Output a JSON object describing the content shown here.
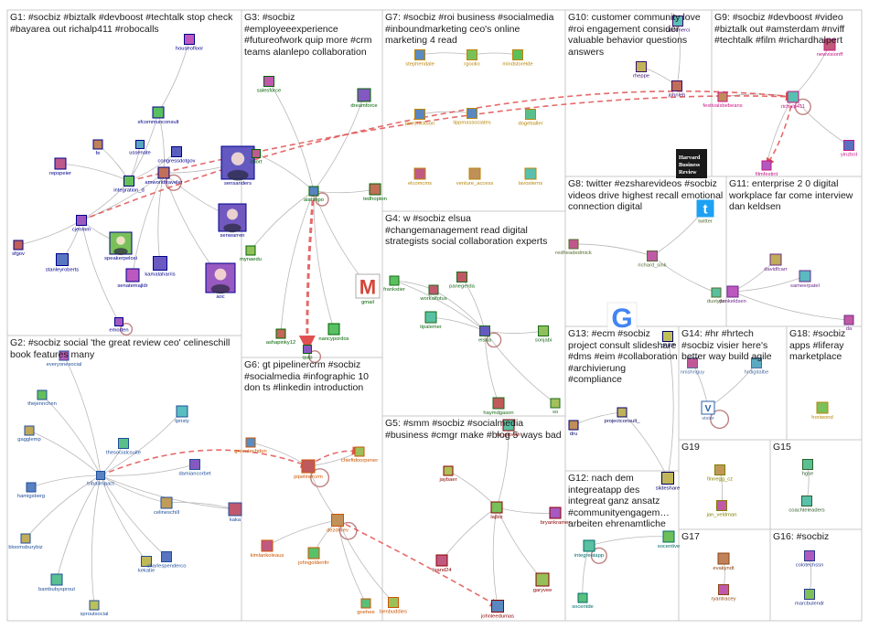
{
  "colors": {
    "panel_border": "#c8c8c8",
    "edge": "#b8b8b8",
    "highlight_edge": "#e05050",
    "g1": "#00008b",
    "g2": "#1f4e9a",
    "g3": "#006400",
    "g4": "#1a6b1a",
    "g5": "#8b0000",
    "g6": "#cc5500",
    "g7": "#b8860b",
    "g8": "#556b2f",
    "g9": "#c71585",
    "g10": "#3b0b6b",
    "g11": "#6b2b8b",
    "g12": "#006b6b",
    "g13": "#00006b",
    "g14": "#4a6fa5",
    "g15": "#2e5f2e",
    "g16": "#2b3b8b",
    "g17": "#8b4513",
    "g18": "#b8860b",
    "g19": "#7f7f00"
  },
  "groups": [
    {
      "id": "G1",
      "title": "G1: #socbiz #biztalk #devboost #techtalk stop check #bayarea out richalp411 #robocalls",
      "color_key": "g1",
      "nodes": [
        "houseofloor",
        "sfcommunconsult",
        "ussenate",
        "congressdotgov",
        "fe",
        "repspeier",
        "integration_d",
        "amworldtraveler",
        "sensanders",
        "senwarren",
        "cjenmm",
        "sfgov",
        "stanleyroberts",
        "speakerpelosi",
        "kamalaharris",
        "senatemajldr",
        "aoc",
        "emorten"
      ]
    },
    {
      "id": "G2",
      "title": "G2: #socbiz social 'the great review ceo' celineschill book features many",
      "color_key": "g2",
      "nodes": [
        "everyonesocial",
        "thejennchen",
        "gagglemp",
        "thesocialcsuite",
        "tpristy",
        "damiancorbet",
        "hamigsberg",
        "tribalimpact",
        "celineschill",
        "kaka",
        "bloomsburybiz",
        "bambubysprout",
        "kekatie",
        "charlespenderco",
        "sproutsocial"
      ]
    },
    {
      "id": "G3",
      "title": "G3: #socbiz #employeeexperience #futureofwork quip more #crm teams alanlepo collaboration share",
      "color_key": "g3",
      "nodes": [
        "salesforce",
        "dreamforce",
        "imort",
        "alanlepo",
        "tedhopton",
        "mynaedu",
        "gmail",
        "ashapinky12",
        "quip",
        "nancypordos"
      ]
    },
    {
      "id": "G4",
      "title": "G4: w #socbiz elsua #changemanagement read digital strategists social collaboration experts",
      "color_key": "g4",
      "nodes": [
        "frankstier",
        "panegerda",
        "workalfotus",
        "tipalemer",
        "elsua",
        "sonjabi",
        "haymdgason",
        "so"
      ]
    },
    {
      "id": "G5",
      "title": "G5: #smm #socbiz #socialmedia #business #cmgr make #blog 5 ways bad",
      "color_key": "g5",
      "nodes": [
        "jaybaer",
        "to_growth",
        "brand24",
        "lajbiz",
        "bryankramer",
        "garyvee",
        "johnleedumas"
      ]
    },
    {
      "id": "G6",
      "title": "G6: gt pipelinercrm #socbiz #socialmedia #infographic 10 don ts #linkedin introduction",
      "color_key": "g6",
      "nodes": [
        "greentechdon",
        "pipelinercrm",
        "chieftdoorpener",
        "dezderev",
        "kimlankoleaus",
        "johngoldenfrr",
        "goehee",
        "benbuddies"
      ]
    },
    {
      "id": "G7",
      "title": "G7: #socbiz #roi business #socialmedia #inboundmarketing ceo's online marketing 4 read",
      "color_key": "g7",
      "nodes": [
        "stephendale",
        "rgoolio",
        "mindstorelde",
        "jaredhickson",
        "lippmassociates",
        "dogeballer",
        "elcomcms",
        "venture_access",
        "lavosterns"
      ]
    },
    {
      "id": "G8",
      "title": "G8: twitter #ezsharevideos #socbiz videos drive highest recall emotional connection digital",
      "color_key": "g8",
      "nodes": [
        "twitter",
        "redheadedmick",
        "richard_sink",
        "dustyjer"
      ]
    },
    {
      "id": "G9",
      "title": "G9: #socbiz #devboost #video #biztalk out #amsterdam #nviff #techtalk #film #richardhalpert",
      "color_key": "g9",
      "nodes": [
        "newvisionff",
        "festivalsbebeans",
        "richalp411",
        "yinzbot",
        "filmfestint"
      ]
    },
    {
      "id": "G10",
      "title": "G10: customer community love #roi engagement consider valuable behavior questions answers",
      "color_key": "g10",
      "nodes": [
        "clarkmerci",
        "rheppe",
        "johnleh"
      ]
    },
    {
      "id": "G11",
      "title": "G11: enterprise 2 0 digital workplace far come interview dan keldsen",
      "color_key": "g11",
      "nodes": [
        "davidfcarr",
        "dankeldsen",
        "sameerpatel",
        "da"
      ]
    },
    {
      "id": "G12",
      "title": "G12: nach dem integreatapp des integreat ganz ansatz #communityengagem… arbeiten ehrenamtliche",
      "color_key": "g12",
      "nodes": [
        "integreatapp",
        "socentive",
        "socentde"
      ]
    },
    {
      "id": "G13",
      "title": "G13: #ecm #socbiz project consult slideshare #dms #eim #collaboration #archivierung #compliance",
      "color_key": "g13",
      "nodes": [
        "drukff",
        "projectconsult_",
        "dru",
        "slideshare"
      ]
    },
    {
      "id": "G14",
      "title": "G14: #hr #hrtech #socbiz visier here's better way build agile high",
      "color_key": "g14",
      "nodes": [
        "nnishnguy",
        "hrdigitalbe",
        "visier"
      ]
    },
    {
      "id": "G15",
      "title": "G15",
      "color_key": "g15",
      "nodes": [
        "hgse",
        "coachteleaders"
      ]
    },
    {
      "id": "G16",
      "title": "G16: #socbiz",
      "color_key": "g16",
      "nodes": [
        "colotechssn",
        "marcbulendr"
      ]
    },
    {
      "id": "G17",
      "title": "G17",
      "color_key": "g17",
      "nodes": [
        "evakyndt",
        "ryantracey"
      ]
    },
    {
      "id": "G18",
      "title": "G18: #socbiz apps #liferay marketplace #esn #cx",
      "color_key": "g18",
      "nodes": [
        "horiwond"
      ]
    },
    {
      "id": "G19",
      "title": "G19",
      "color_key": "g19",
      "nodes": [
        "finnegg_cz",
        "jan_veldman"
      ]
    }
  ],
  "icon_badges": {
    "gmail": "M",
    "twitter": "t",
    "google": "G",
    "hbr_line1": "Harvard",
    "hbr_line2": "Business",
    "hbr_line3": "Review",
    "visier": "V"
  }
}
